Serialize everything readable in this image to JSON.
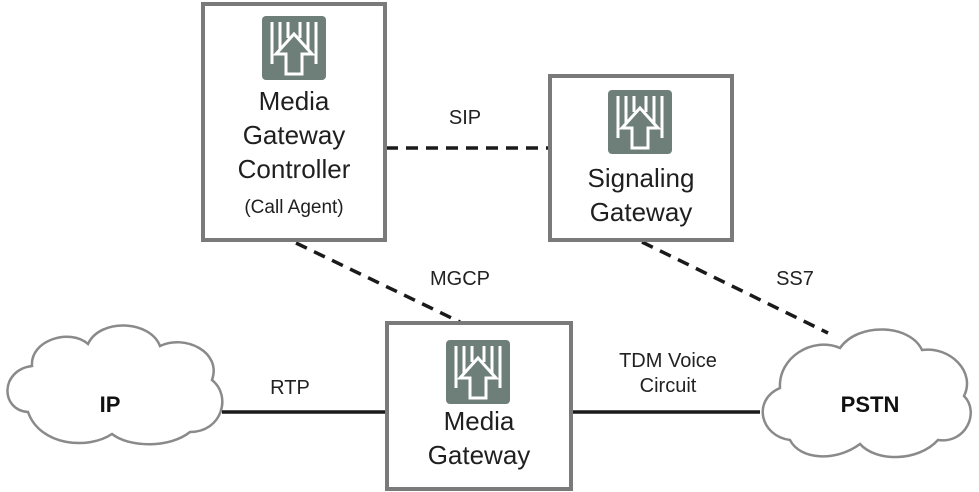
{
  "colors": {
    "box_border": "#7a7a7a",
    "icon_fill": "#6e7f7a",
    "line": "#1a1a1a",
    "cloud_stroke": "#8a8a8a"
  },
  "nodes": {
    "mgc": {
      "line1": "Media",
      "line2": "Gateway",
      "line3": "Controller",
      "sub": "(Call Agent)",
      "icon": "gateway-icon"
    },
    "sg": {
      "line1": "Signaling",
      "line2": "Gateway",
      "icon": "gateway-icon"
    },
    "mg": {
      "line1": "Media",
      "line2": "Gateway",
      "icon": "gateway-icon"
    }
  },
  "clouds": {
    "ip": "IP",
    "pstn": "PSTN"
  },
  "edges": {
    "sip": "SIP",
    "mgcp": "MGCP",
    "ss7": "SS7",
    "rtp": "RTP",
    "tdm_line1": "TDM Voice",
    "tdm_line2": "Circuit"
  }
}
